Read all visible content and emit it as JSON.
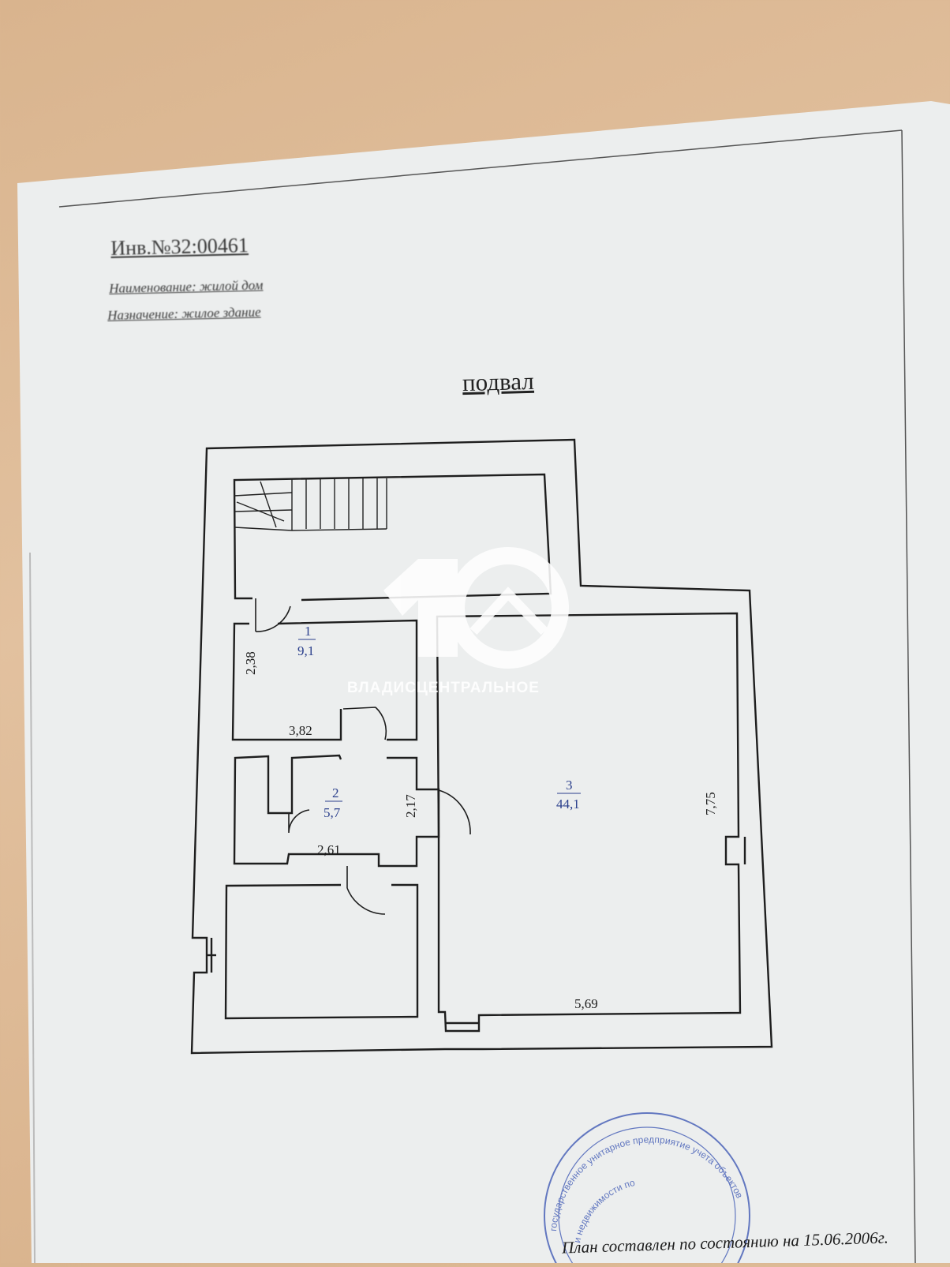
{
  "document": {
    "inventory_number": "Инв.№32:00461",
    "name_line": "Наименование: жилой дом",
    "purpose_line": "Назначение: жилое здание",
    "floor_title": "подвал",
    "footer": "План составлен по состоянию на 15.06.2006г."
  },
  "plan": {
    "rooms": [
      {
        "number": "1",
        "area": "9,1"
      },
      {
        "number": "2",
        "area": "5,7"
      },
      {
        "number": "3",
        "area": "44,1"
      }
    ],
    "dimensions": {
      "d_238": "2,38",
      "d_382": "3,82",
      "d_217": "2,17",
      "d_261": "2,61",
      "d_775": "7,75",
      "d_569": "5,69"
    }
  },
  "watermark": {
    "text": "ВЛАДИСЦЕНТРАЛЬНОЕ"
  },
  "stamp": {
    "text_outer": "государственное унитарное предприятие учета объектов градостроительства",
    "text_inner": "и недвижимости по"
  }
}
